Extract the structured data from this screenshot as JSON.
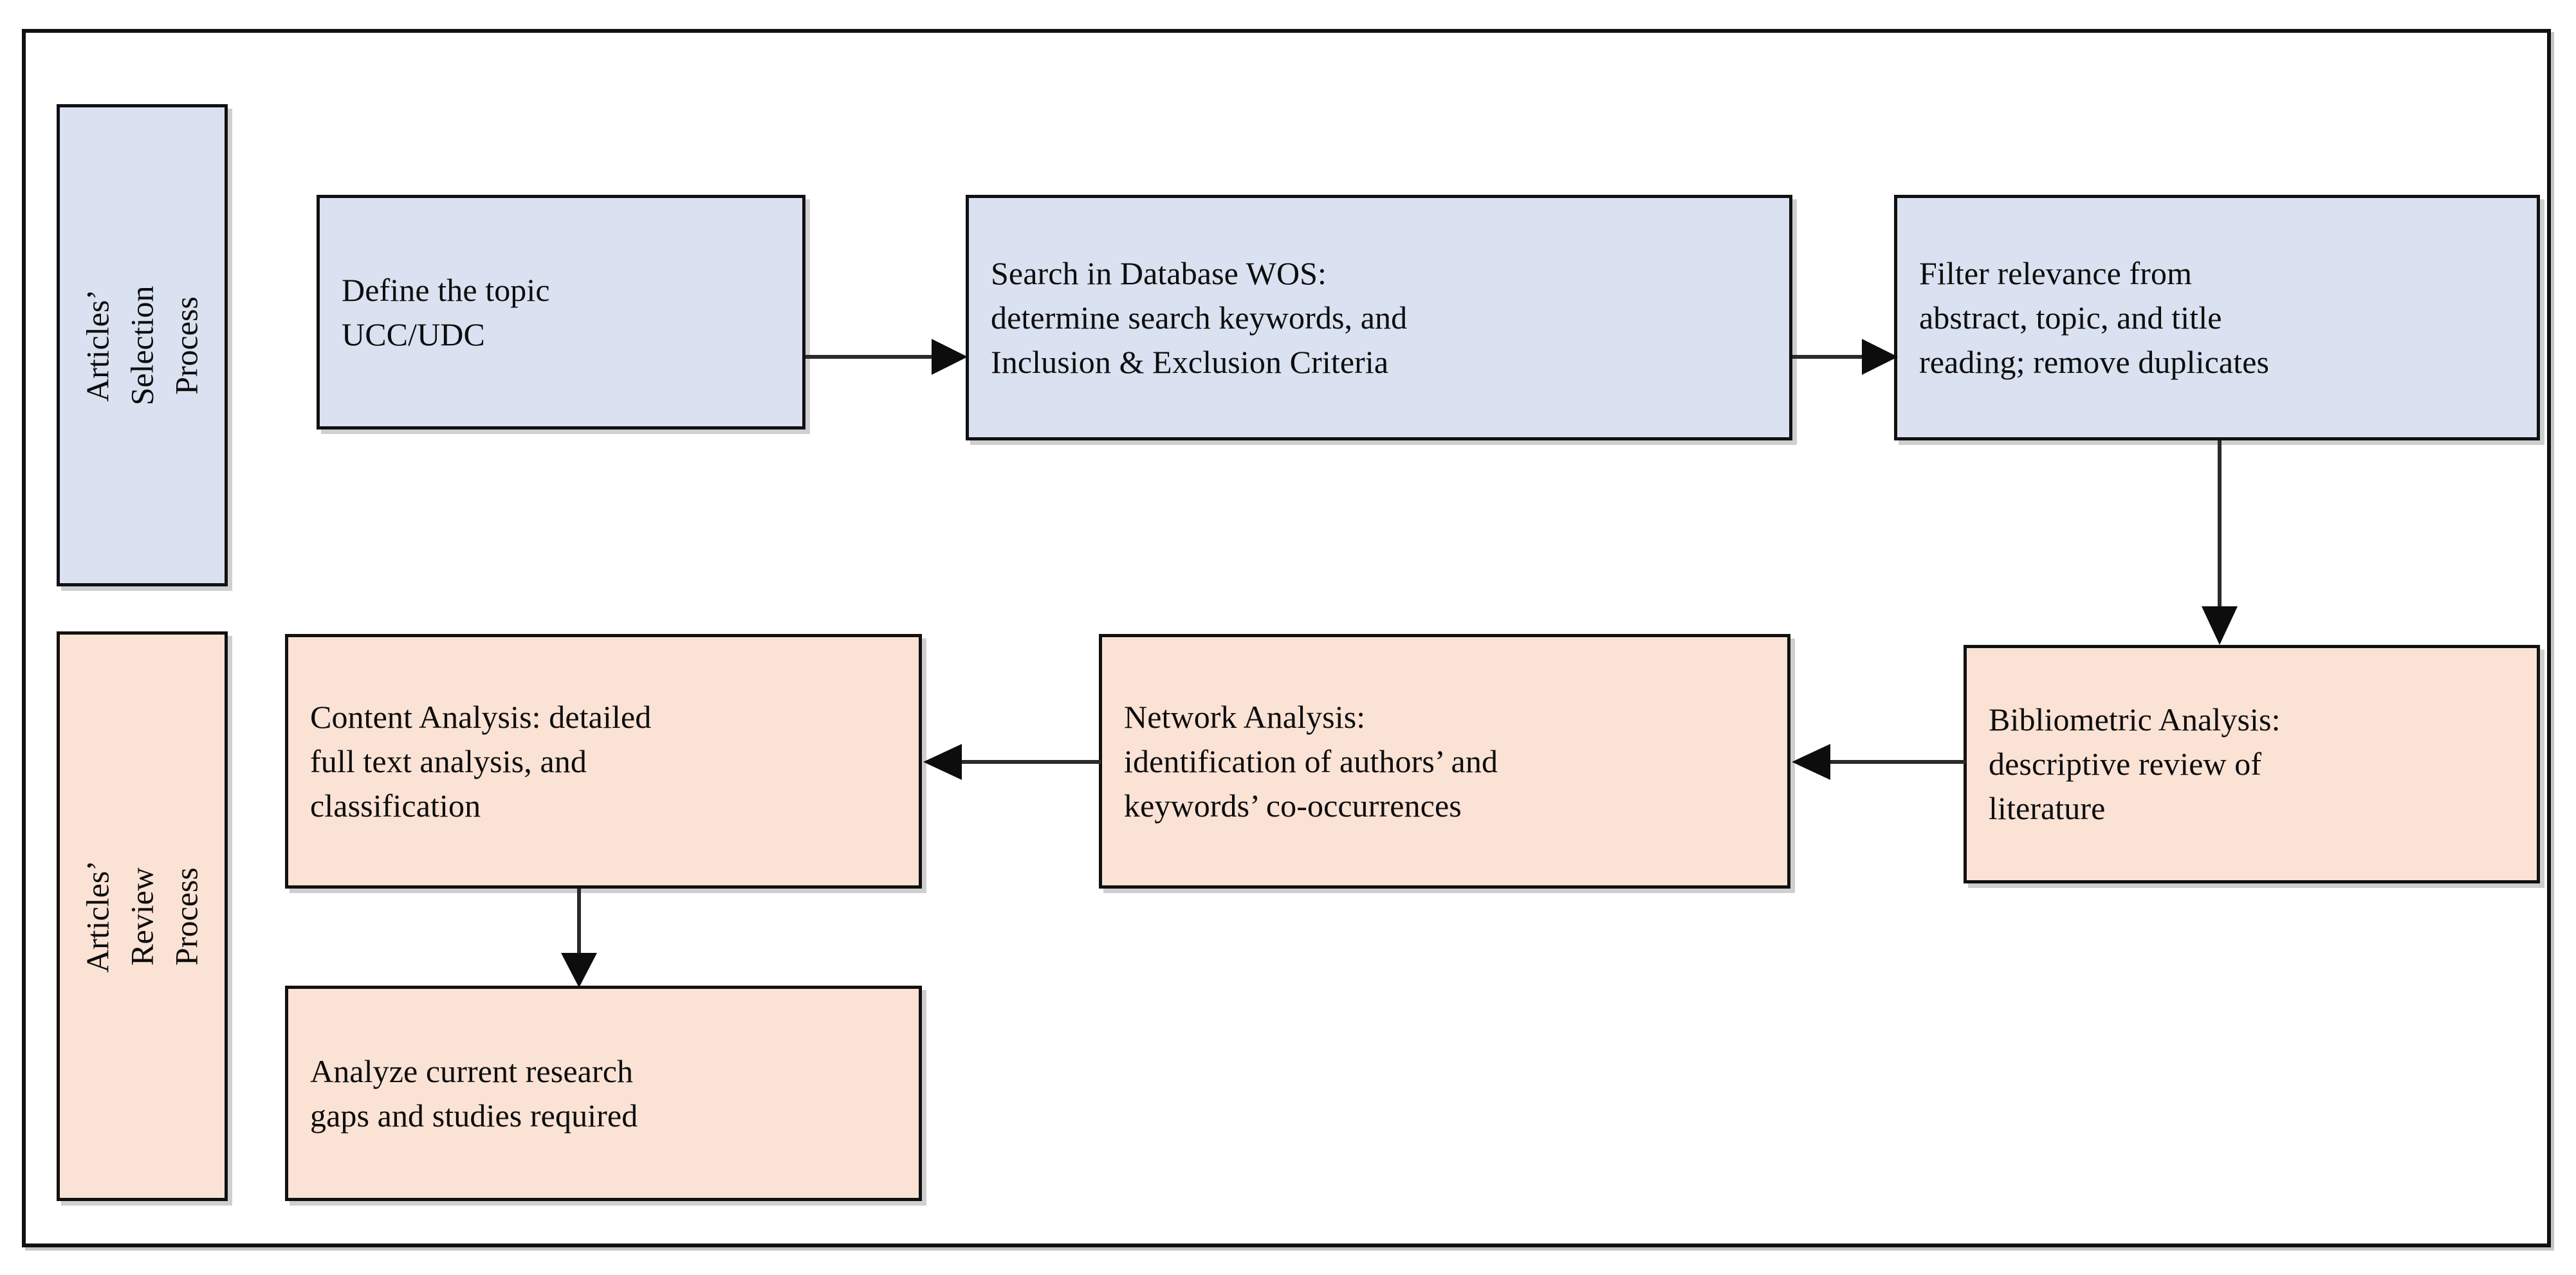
{
  "figure": {
    "type": "flowchart",
    "orientation": "two-row-serpentine",
    "colors": {
      "selection_fill": "#dae1f0",
      "review_fill": "#fae2d5",
      "stroke": "#111111",
      "background": "#ffffff"
    }
  },
  "lanes": [
    {
      "id": "selection",
      "label": "Articles’ Selection\nProcess",
      "fill": "#dae1f0"
    },
    {
      "id": "review",
      "label": "Articles’ Review Process",
      "fill": "#fae2d5"
    }
  ],
  "nodes": [
    {
      "id": "define-topic",
      "lane": "selection",
      "text": "Define the topic\nUCC/UDC"
    },
    {
      "id": "search-database",
      "lane": "selection",
      "text": "Search in Database WOS:\ndetermine search keywords, and\nInclusion & Exclusion Criteria"
    },
    {
      "id": "filter-relevance",
      "lane": "selection",
      "text": "Filter relevance from\nabstract, topic, and title\nreading; remove duplicates"
    },
    {
      "id": "bibliometric-analysis",
      "lane": "review",
      "text": "Bibliometric Analysis:\ndescriptive review of\nliterature"
    },
    {
      "id": "network-analysis",
      "lane": "review",
      "text": "Network Analysis:\nidentification of authors’ and\nkeywords’ co-occurrences"
    },
    {
      "id": "content-analysis",
      "lane": "review",
      "text": "Content Analysis: detailed\nfull text analysis, and\nclassification"
    },
    {
      "id": "research-gaps",
      "lane": "review",
      "text": "Analyze current research\ngaps and studies required"
    }
  ],
  "edges": [
    {
      "id": "e1",
      "from": "define-topic",
      "to": "search-database",
      "direction": "right"
    },
    {
      "id": "e2",
      "from": "search-database",
      "to": "filter-relevance",
      "direction": "right"
    },
    {
      "id": "e3",
      "from": "filter-relevance",
      "to": "bibliometric-analysis",
      "direction": "down"
    },
    {
      "id": "e4",
      "from": "bibliometric-analysis",
      "to": "network-analysis",
      "direction": "left"
    },
    {
      "id": "e5",
      "from": "network-analysis",
      "to": "content-analysis",
      "direction": "left"
    },
    {
      "id": "e6",
      "from": "content-analysis",
      "to": "research-gaps",
      "direction": "down"
    }
  ]
}
